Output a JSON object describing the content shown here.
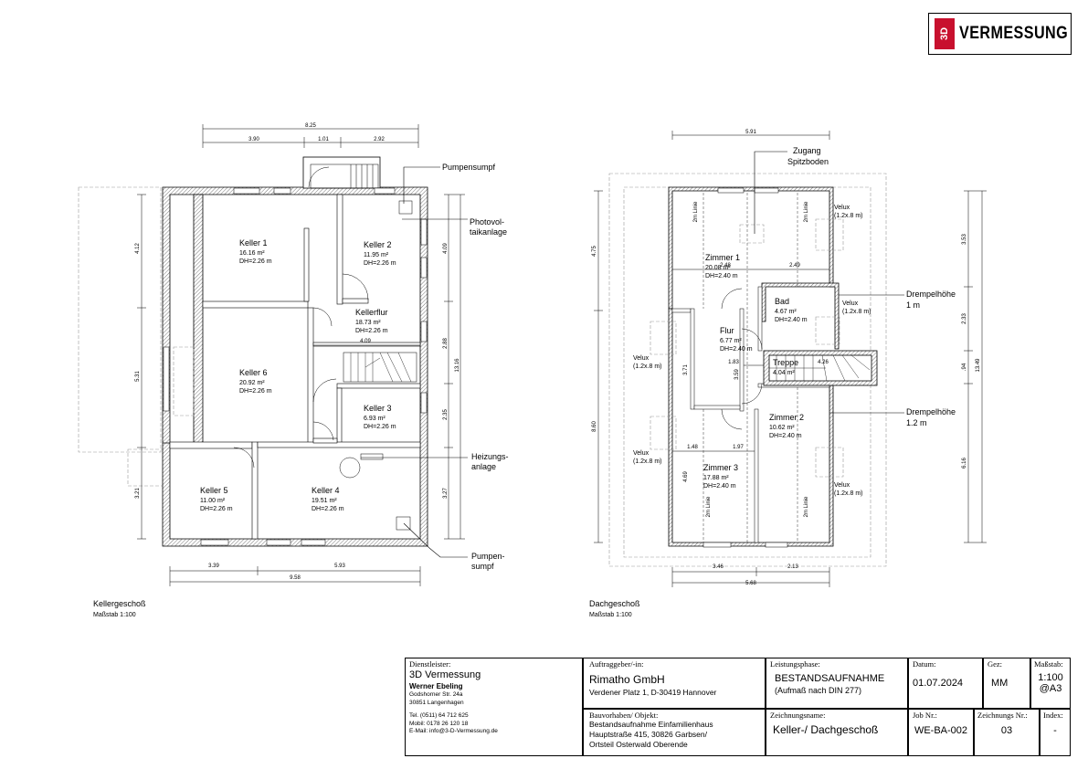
{
  "logo": {
    "mark": "3D",
    "word": "VERMESSUNG"
  },
  "basement": {
    "title": "Kellergeschoß",
    "scale": "Maßstab  1:100",
    "rooms": [
      {
        "name": "Keller 1",
        "area": "16.16 m²",
        "height": "DH=2.26 m"
      },
      {
        "name": "Keller 2",
        "area": "11.95 m²",
        "height": "DH=2.26 m"
      },
      {
        "name": "Kellerflur",
        "area": "18.73 m²",
        "height": "DH=2.26 m"
      },
      {
        "name": "Keller 6",
        "area": "20.92 m²",
        "height": "DH=2.26 m"
      },
      {
        "name": "Keller 3",
        "area": "6.93 m²",
        "height": "DH=2.26 m"
      },
      {
        "name": "Keller 5",
        "area": "11.00 m²",
        "height": "DH=2.26 m"
      },
      {
        "name": "Keller 4",
        "area": "19.51 m²",
        "height": "DH=2.26 m"
      }
    ],
    "labels": {
      "pumpensumpf_top": "Pumpensumpf",
      "photovoltaik_1": "Photovol-",
      "photovoltaik_2": "taikanlage",
      "heizung_1": "Heizungs-",
      "heizung_2": "anlage",
      "pumpen_1": "Pumpen-",
      "pumpen_2": "sumpf"
    },
    "dims": {
      "top_total": "8.25",
      "top_a": "3.90",
      "top_b": "1.01",
      "top_c": "2.92",
      "left_a": "4.12",
      "left_b": "5.31",
      "left_c": "3.21",
      "right_a": "4.09",
      "right_b": "2.88",
      "right_c": "2.35",
      "right_d": "3.27",
      "right_total": "13.16",
      "bottom_a": "3.39",
      "bottom_b": "5.93",
      "bottom_total": "9.58",
      "flur": "4.09"
    }
  },
  "attic": {
    "title": "Dachgeschoß",
    "scale": "Maßstab  1:100",
    "rooms": [
      {
        "name": "Zimmer 1",
        "area": "20.08 m²",
        "height": "DH=2.40 m"
      },
      {
        "name": "Bad",
        "area": "4.67 m²",
        "height": "DH=2.40 m"
      },
      {
        "name": "Flur",
        "area": "6.77 m²",
        "height": "DH=2.40 m"
      },
      {
        "name": "Treppe",
        "area": "4.04 m²",
        "height": ""
      },
      {
        "name": "Zimmer 2",
        "area": "10.62 m²",
        "height": "DH=2.40 m"
      },
      {
        "name": "Zimmer 3",
        "area": "17.88 m²",
        "height": "DH=2.40 m"
      }
    ],
    "labels": {
      "zugang_1": "Zugang",
      "zugang_2": "Spitzboden",
      "velux": "Velux",
      "velux_size": "(1.2x.8 m)",
      "drempel1_1": "Drempelhöhe",
      "drempel1_2": "1 m",
      "drempel2_1": "Drempelhöhe",
      "drempel2_2": "1.2 m",
      "linie": "2m Linie"
    },
    "dims": {
      "top": "5.91",
      "left_a": "4.75",
      "left_b": "8.60",
      "right_a": "3.53",
      "right_b": "2.33",
      "right_c": ".94",
      "right_d": "6.16",
      "right_total": "13.49",
      "bottom_a": "3.46",
      "bottom_b": "2.13",
      "bottom_total": "5.68",
      "in_a": "2.49",
      "in_b": "3.71",
      "in_c": "3.59",
      "in_d": "1.83",
      "in_e": "4.26",
      "in_f": "1.48",
      "in_g": "1.97",
      "in_h": "4.69",
      "in_i": "2.48"
    }
  },
  "titleblock": {
    "provider_label": "Dienstleister:",
    "provider_name": "3D Vermessung",
    "provider_person": "Werner Ebeling",
    "provider_street": "Godshorner Str. 24a",
    "provider_city": "30851 Langenhagen",
    "provider_tel": "Tel. (0511)  64 712 625",
    "provider_mobil": "Mobil: 0178 26 120 18",
    "provider_mail": "E-Mail:  info@3-D-Vermessung.de",
    "client_label": "Auftraggeber/-in:",
    "client_name": "Rimatho GmbH",
    "client_addr": "Verdener Platz 1, D-30419 Hannover",
    "project_label": "Bauvorhaben/ Objekt:",
    "project_1": "Bestandsaufnahme Einfamilienhaus",
    "project_2": "Hauptstraße 415, 30826 Garbsen/",
    "project_3": "Ortsteil Osterwald Oberende",
    "phase_label": "Leistungsphase:",
    "phase_1": "BESTANDSAUFNAHME",
    "phase_2": "(Aufmaß nach DIN 277)",
    "drawing_label": "Zeichnungsname:",
    "drawing_name": "Keller-/ Dachgeschoß",
    "date_label": "Datum:",
    "date": "01.07.2024",
    "gez_label": "Gez:",
    "gez": "MM",
    "scale_label": "Maßstab:",
    "scale_1": "1:100",
    "scale_2": "@A3",
    "job_label": "Job Nr.:",
    "job": "WE-BA-002",
    "znr_label": "Zeichnungs Nr.:",
    "znr": "03",
    "index_label": "Index:",
    "index": "-"
  }
}
